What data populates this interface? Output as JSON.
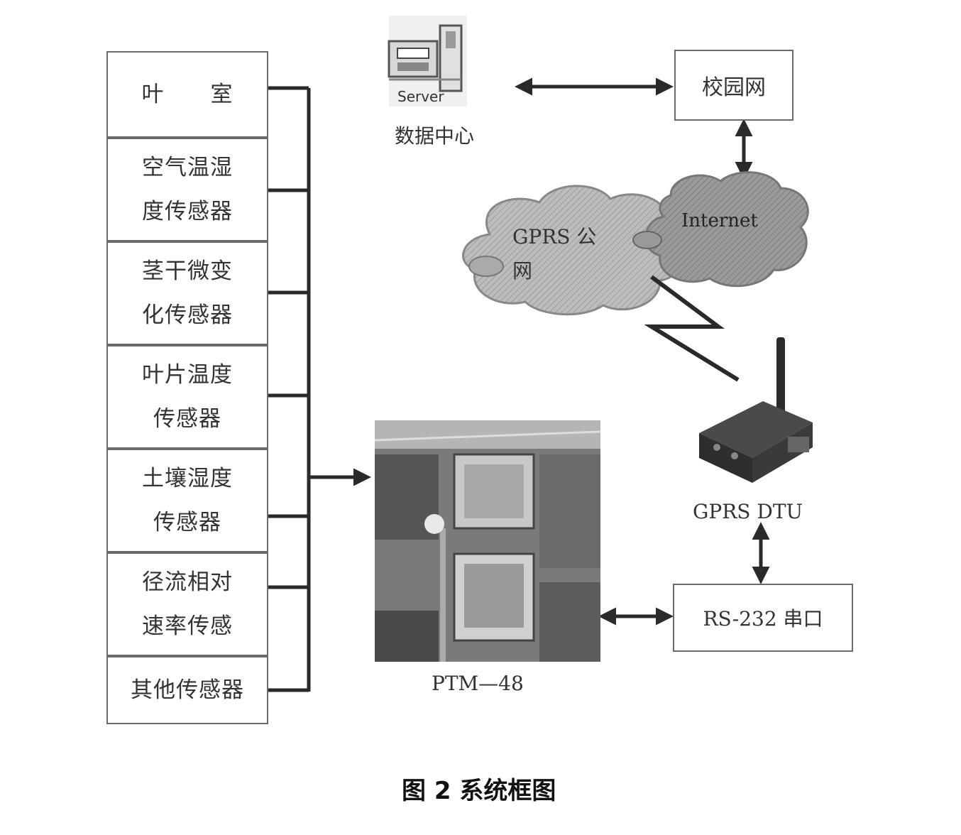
{
  "sensors": [
    {
      "lines": [
        "叶      室"
      ]
    },
    {
      "lines": [
        "空气温湿",
        "度传感器"
      ]
    },
    {
      "lines": [
        "茎干微变",
        "化传感器"
      ]
    },
    {
      "lines": [
        "叶片温度",
        "传感器"
      ]
    },
    {
      "lines": [
        "土壤湿度",
        "传感器"
      ]
    },
    {
      "lines": [
        "径流相对",
        "速率传感"
      ]
    },
    {
      "lines": [
        "其他传感器"
      ]
    }
  ],
  "server": {
    "icon_label": "Server",
    "caption": "数据中心"
  },
  "campus_net": "校园网",
  "cloud_gprs": {
    "line1": "GPRS   公",
    "line2": "网"
  },
  "cloud_internet": "Internet",
  "dtu_label": "GPRS DTU",
  "rs232": "RS-232 串口",
  "ptm_label": "PTM—48",
  "figure_caption": "图 2   系统框图"
}
